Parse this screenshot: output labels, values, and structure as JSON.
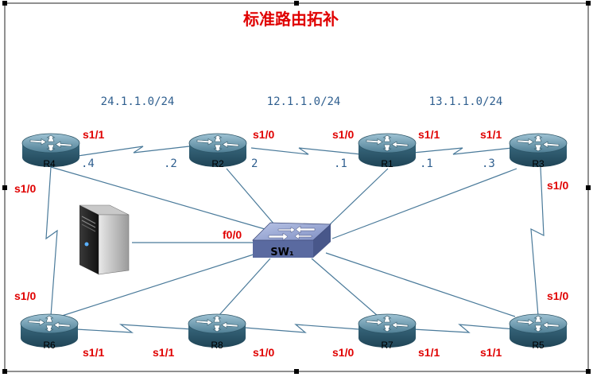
{
  "title": "标准路由拓补",
  "subnets": [
    "24.1.1.0/24",
    "12.1.1.0/24",
    "13.1.1.0/24"
  ],
  "switch": {
    "label": "SW₁",
    "port": "f0/0"
  },
  "routers": {
    "R4": "R4",
    "R2": "R2",
    "R1": "R1",
    "R3": "R3",
    "R6": "R6",
    "R8": "R8",
    "R7": "R7",
    "R5": "R5"
  },
  "interfaces": {
    "r4_s11": "s1/1",
    "r2_s10": "s1/0",
    "r1_s10": "s1/0",
    "r1_s11": "s1/1",
    "r3_s11": "s1/1",
    "r4_s10": "s1/0",
    "r3_s10": "s1/0",
    "r6_s10": "s1/0",
    "r5_s10": "s1/0",
    "r6_s11": "s1/1",
    "r8_s11": "s1/1",
    "r8_s10": "s1/0",
    "r7_s10": "s1/0",
    "r7_s11": "s1/1",
    "r5_s11": "s1/1"
  },
  "addresses": {
    "r4": ".4",
    "r2_left": ".2",
    "r2_right": "2",
    "r1_left": ".1",
    "r1_right": ".1",
    "r3": ".3"
  },
  "colors": {
    "title": "#e00000",
    "interface": "#e00000",
    "address": "#2f5f8f",
    "link": "#4a7a9a",
    "router": "#3e6c82",
    "switch": "#6f7fb0"
  }
}
